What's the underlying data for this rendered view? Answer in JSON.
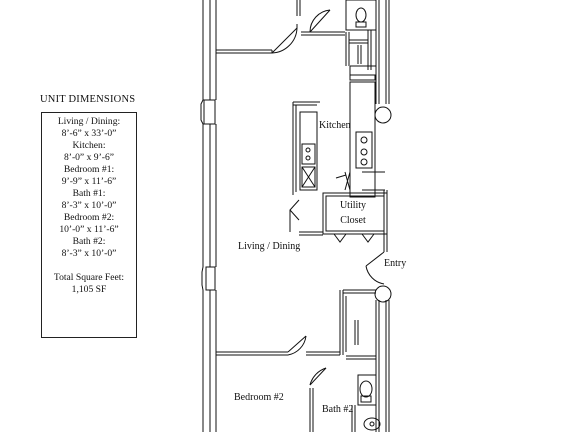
{
  "dimensions": {
    "heading": "UNIT DIMENSIONS",
    "rows": [
      "Living / Dining:",
      "8’-6” x 33’-0”",
      "Kitchen:",
      "8’-0” x 9’-6”",
      "Bedroom #1:",
      "9’-9” x 11’-6”",
      "Bath #1:",
      "8’-3” x 10’-0”",
      "Bedroom #2:",
      "10’-0” x 11’-6”",
      "Bath #2:",
      "8’-3” x 10’-0”"
    ],
    "total_label": "Total Square Feet:",
    "total_value": "1,105 SF"
  },
  "rooms": {
    "kitchen": "Kitchen",
    "utility_line1": "Utility",
    "utility_line2": "Closet",
    "living": "Living / Dining",
    "entry": "Entry",
    "bedroom2": "Bedroom #2",
    "bath2": "Bath #2"
  }
}
